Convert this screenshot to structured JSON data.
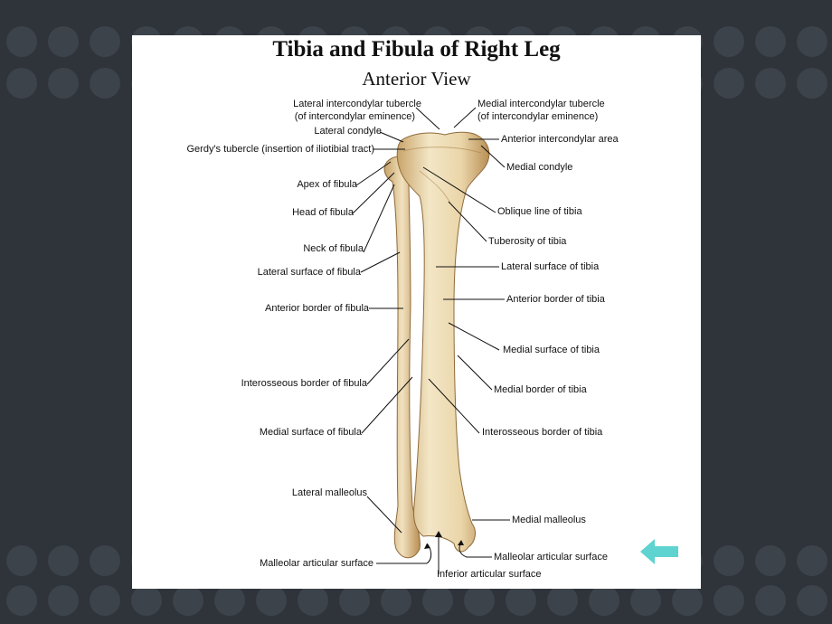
{
  "diagram": {
    "title": "Tibia and Fibula of Right Leg",
    "subtitle": "Anterior View"
  },
  "labels": {
    "lateral_intercondylar_tubercle": "Lateral intercondylar tubercle",
    "lateral_intercondylar_tubercle_sub": "(of intercondylar eminence)",
    "medial_intercondylar_tubercle": "Medial intercondylar tubercle",
    "medial_intercondylar_tubercle_sub": "(of intercondylar eminence)",
    "lateral_condyle": "Lateral condyle",
    "gerdys_tubercle": "Gerdy's tubercle (insertion of iliotibial tract)",
    "anterior_intercondylar_area": "Anterior intercondylar area",
    "medial_condyle": "Medial condyle",
    "apex_of_fibula": "Apex of fibula",
    "head_of_fibula": "Head of fibula",
    "oblique_line_of_tibia": "Oblique line of tibia",
    "tuberosity_of_tibia": "Tuberosity of tibia",
    "neck_of_fibula": "Neck of fibula",
    "lateral_surface_of_fibula": "Lateral surface of fibula",
    "lateral_surface_of_tibia": "Lateral surface of tibia",
    "anterior_border_of_fibula": "Anterior border of fibula",
    "anterior_border_of_tibia": "Anterior border of tibia",
    "medial_surface_of_tibia": "Medial surface of tibia",
    "interosseous_border_of_fibula": "Interosseous border of fibula",
    "medial_border_of_tibia": "Medial border of tibia",
    "medial_surface_of_fibula": "Medial surface of fibula",
    "interosseous_border_of_tibia": "Interosseous border of tibia",
    "lateral_malleolus": "Lateral malleolus",
    "medial_malleolus": "Medial malleolus",
    "malleolar_articular_surface_right": "Malleolar articular surface",
    "malleolar_articular_surface_left": "Malleolar articular surface",
    "inferior_articular_surface": "Inferior articular surface"
  },
  "navigation": {
    "back_arrow_icon": "arrow-left-icon",
    "arrow_color": "#5fd3cf"
  },
  "theme": {
    "background": "#2f343b",
    "dot_color": "#3d434b",
    "panel": "#ffffff",
    "bone": "#e9d7ae"
  }
}
